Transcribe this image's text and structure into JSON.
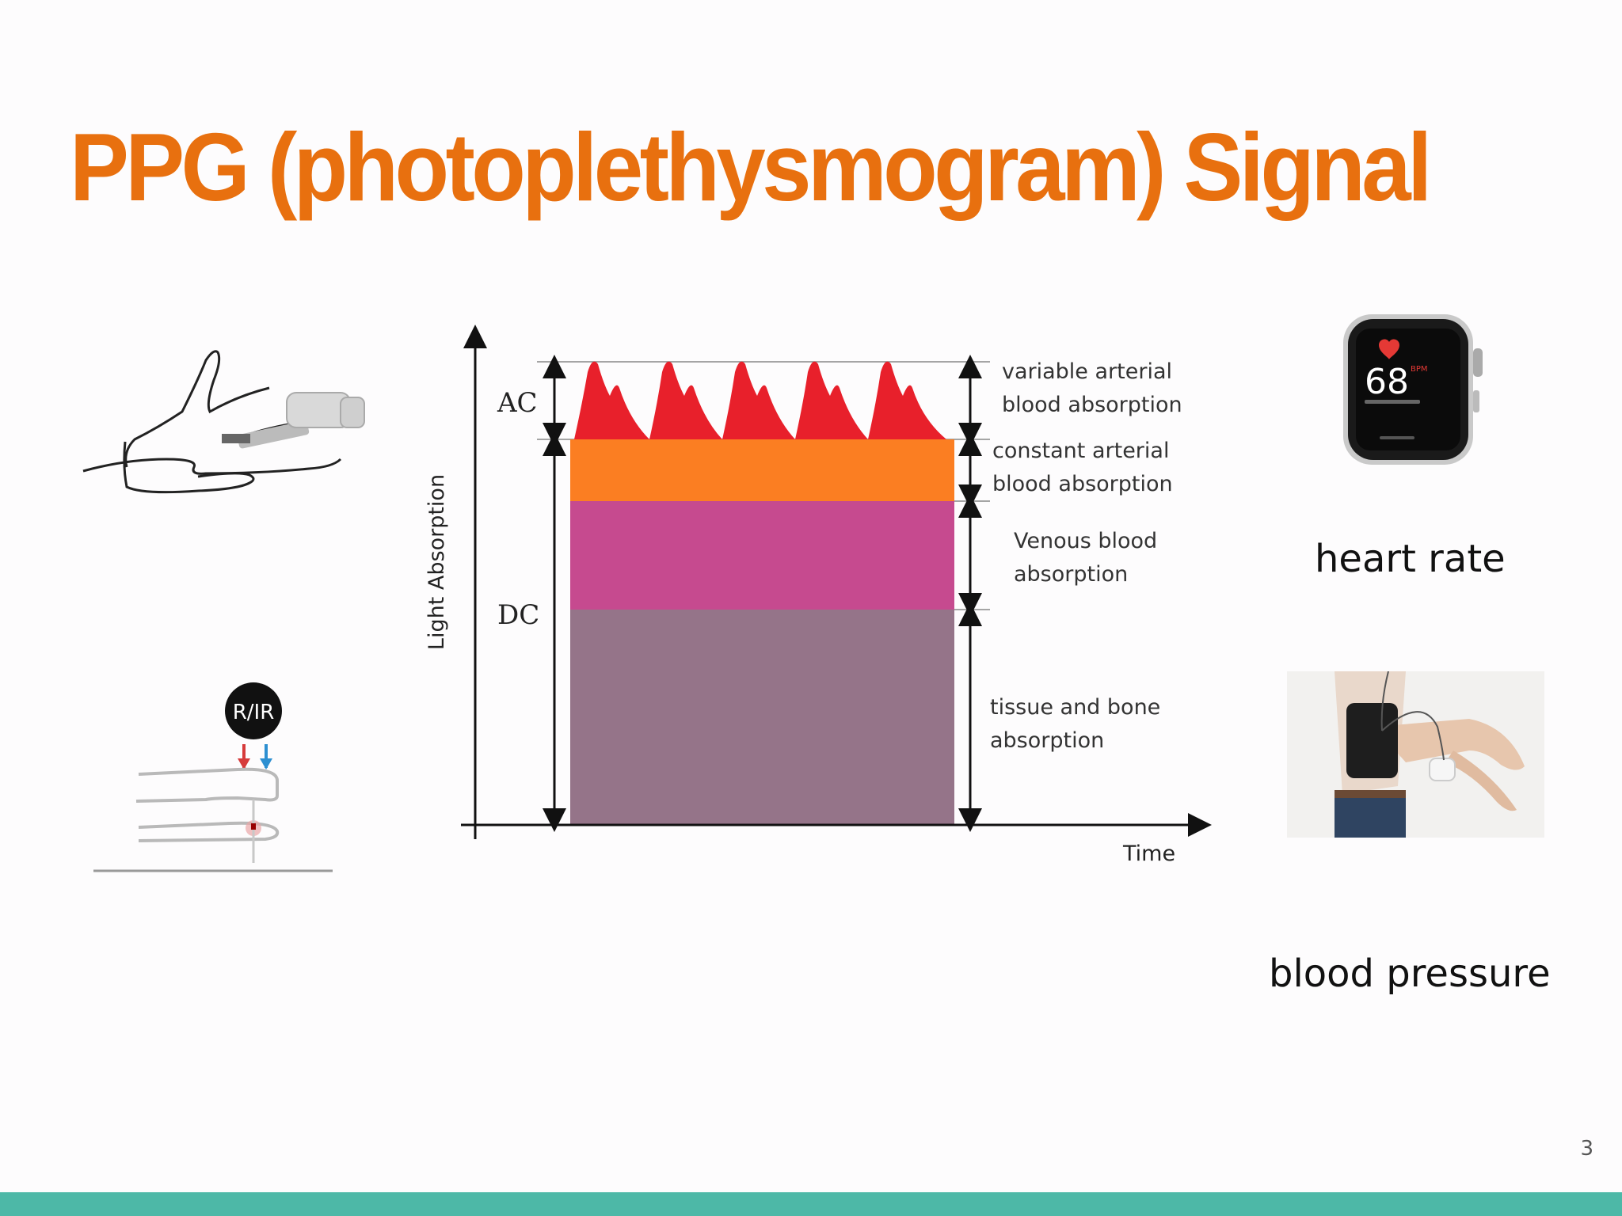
{
  "slide": {
    "title": "PPG (photoplethysmogram) Signal",
    "page_number": "3"
  },
  "diagram": {
    "y_axis_label": "Light Absorption",
    "x_axis_label": "Time",
    "ac_label": "AC",
    "dc_label": "DC",
    "layers": [
      {
        "lines": [
          "variable arterial",
          "blood absorption"
        ],
        "color": "#e8202b"
      },
      {
        "lines": [
          "constant arterial",
          "blood absorption"
        ],
        "color": "#fb7e22"
      },
      {
        "lines": [
          "Venous blood",
          "absorption"
        ],
        "color": "#c64a8f"
      },
      {
        "lines": [
          "tissue and bone",
          "absorption"
        ],
        "color": "#957489"
      }
    ]
  },
  "sensor_illustration": {
    "label": "R/IR"
  },
  "watch": {
    "bpm": "68",
    "bpm_unit": "BPM"
  },
  "captions": {
    "heart_rate": "heart rate",
    "blood_pressure": "blood pressure"
  }
}
